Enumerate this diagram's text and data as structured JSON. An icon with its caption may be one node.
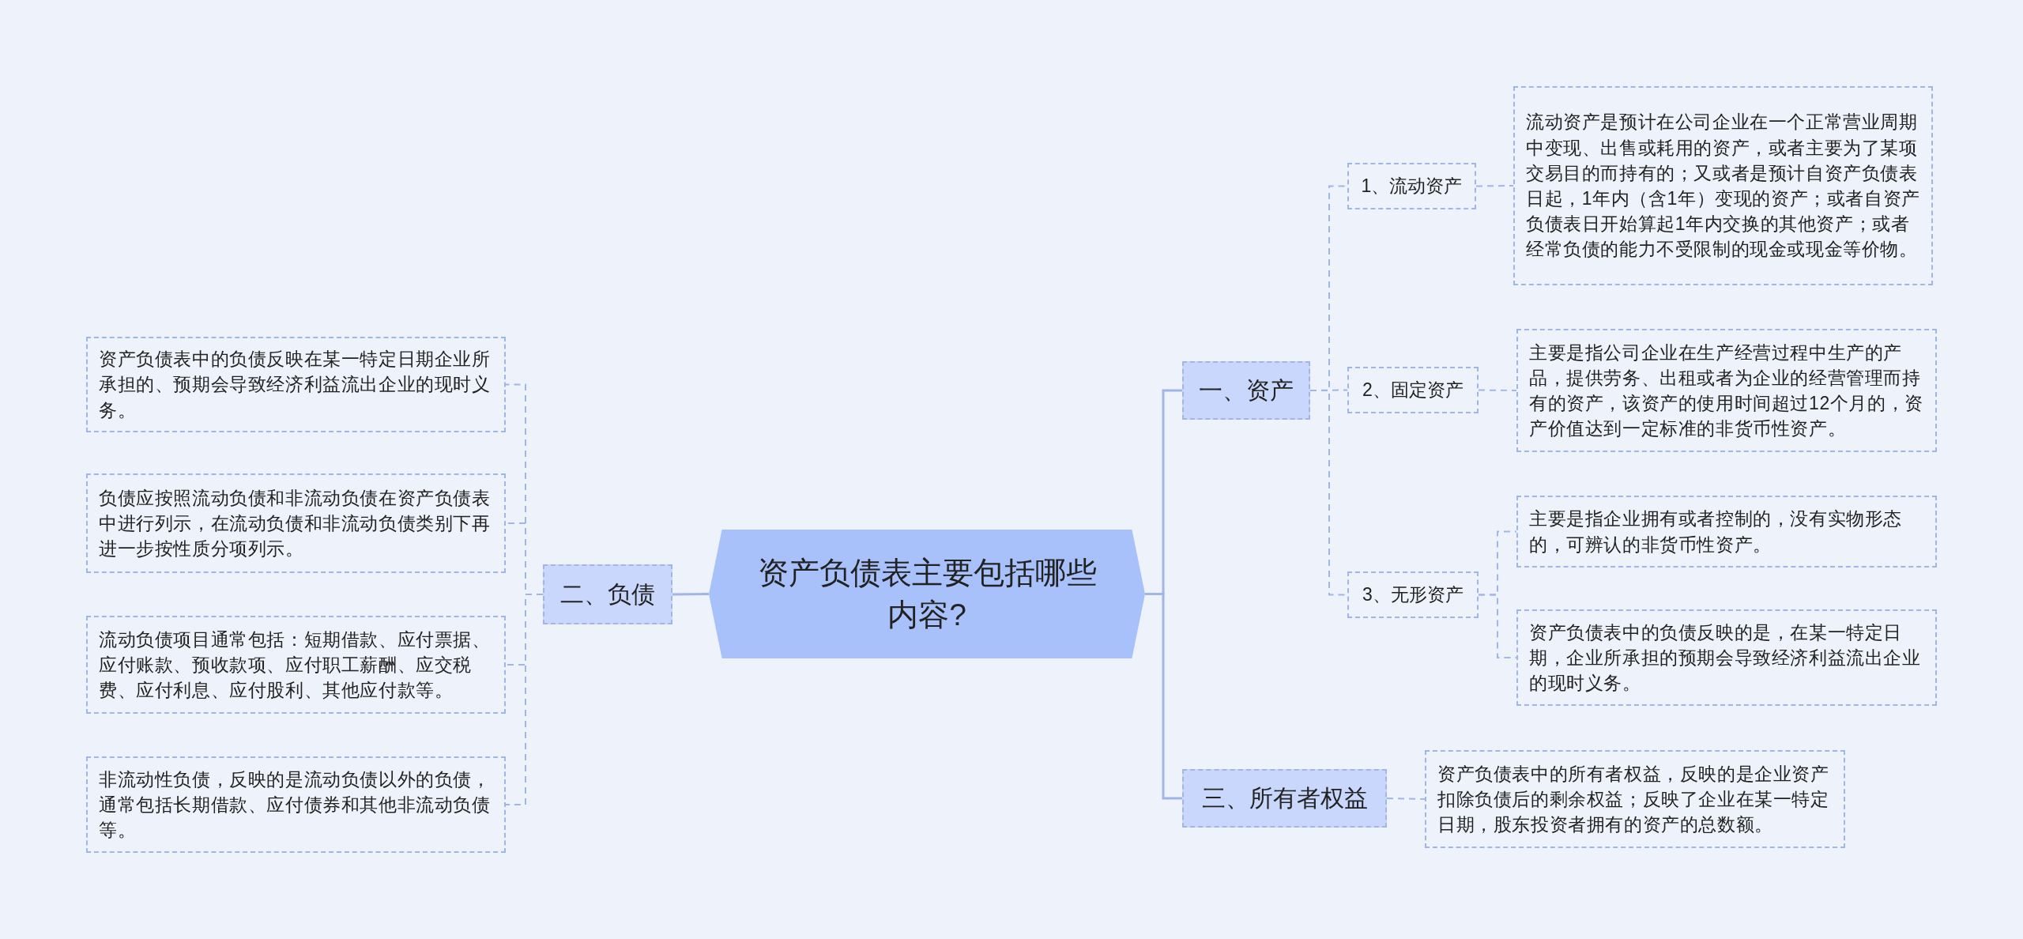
{
  "diagram": {
    "nodes": [
      {
        "text": [
          "资产负债表主要包括哪些内容?"
        ]
      },
      {
        "text": [
          "一、资产"
        ]
      },
      {
        "text": [
          "1、流动资产"
        ]
      },
      {
        "text": [
          "流动资产是预计在公司企业在一个正常营业周期中变现、出售或耗用的资产，或者主要为了某项交易目的而持有的；又或者是预计自资产负债表日起，1年内（含1年）变现的资产；或者自资产负债表日开始算起1年内交换的其他资产；或者经常负债的能力不受限制的现金或现金等价物。"
        ]
      },
      {
        "text": [
          "2、固定资产"
        ]
      },
      {
        "text": [
          "主要是指公司企业在生产经营过程中生产的产品，提供劳务、出租或者为企业的经营管理而持有的资产，该资产的使用时间超过12个月的，资产价值达到一定标准的非货币性资产。"
        ]
      },
      {
        "text": [
          "3、无形资产"
        ]
      },
      {
        "text": [
          "主要是指企业拥有或者控制的，没有实物形态的，可辨认的非货币性资产。"
        ]
      },
      {
        "text": [
          "资产负债表中的负债反映的是，在某一特定日期，企业所承担的预期会导致经济利益流出企业的现时义务。"
        ]
      },
      {
        "text": [
          "三、所有者权益"
        ]
      },
      {
        "text": [
          "资产负债表中的所有者权益，反映的是企业资产扣除负债后的剩余权益；反映了企业在某一特定日期，股东投资者拥有的资产的总数额。"
        ]
      },
      {
        "text": [
          "二、负债"
        ]
      },
      {
        "text": [
          "资产负债表中的负债反映在某一特定日期企业所承担的、预期会导致经济利益流出企业的现时义务。"
        ]
      },
      {
        "text": [
          "负债应按照流动负债和非流动负债在资产负债表中进行列示，在流动负债和非流动负债类别下再进一步按性质分项列示。"
        ]
      },
      {
        "text": [
          "流动负债项目通常包括：短期借款、应付票据、应付账款、预收款项、应付职工薪酬、应交税费、应付利息、应付股利、其他应付款等。"
        ]
      },
      {
        "text": [
          "非流动性负债，反映的是流动负债以外的负债，通常包括长期借款、应付债券和其他非流动负债等。"
        ]
      }
    ],
    "edges": [
      {
        "from": 0,
        "to": 1,
        "arrow": "none"
      },
      {
        "from": 1,
        "to": 2,
        "arrow": "none",
        "style": "dashed"
      },
      {
        "from": 2,
        "to": 3,
        "arrow": "none",
        "style": "dashed"
      },
      {
        "from": 1,
        "to": 4,
        "arrow": "none",
        "style": "dashed"
      },
      {
        "from": 4,
        "to": 5,
        "arrow": "none",
        "style": "dashed"
      },
      {
        "from": 1,
        "to": 6,
        "arrow": "none",
        "style": "dashed"
      },
      {
        "from": 6,
        "to": 7,
        "arrow": "none",
        "style": "dashed"
      },
      {
        "from": 6,
        "to": 8,
        "arrow": "none",
        "style": "dashed"
      },
      {
        "from": 0,
        "to": 9,
        "arrow": "none"
      },
      {
        "from": 9,
        "to": 10,
        "arrow": "none",
        "style": "dashed"
      },
      {
        "from": 0,
        "to": 11,
        "arrow": "none"
      },
      {
        "from": 11,
        "to": 12,
        "arrow": "none",
        "style": "dashed"
      },
      {
        "from": 11,
        "to": 13,
        "arrow": "none",
        "style": "dashed"
      },
      {
        "from": 11,
        "to": 14,
        "arrow": "none",
        "style": "dashed"
      },
      {
        "from": 11,
        "to": 15,
        "arrow": "none",
        "style": "dashed"
      }
    ]
  }
}
